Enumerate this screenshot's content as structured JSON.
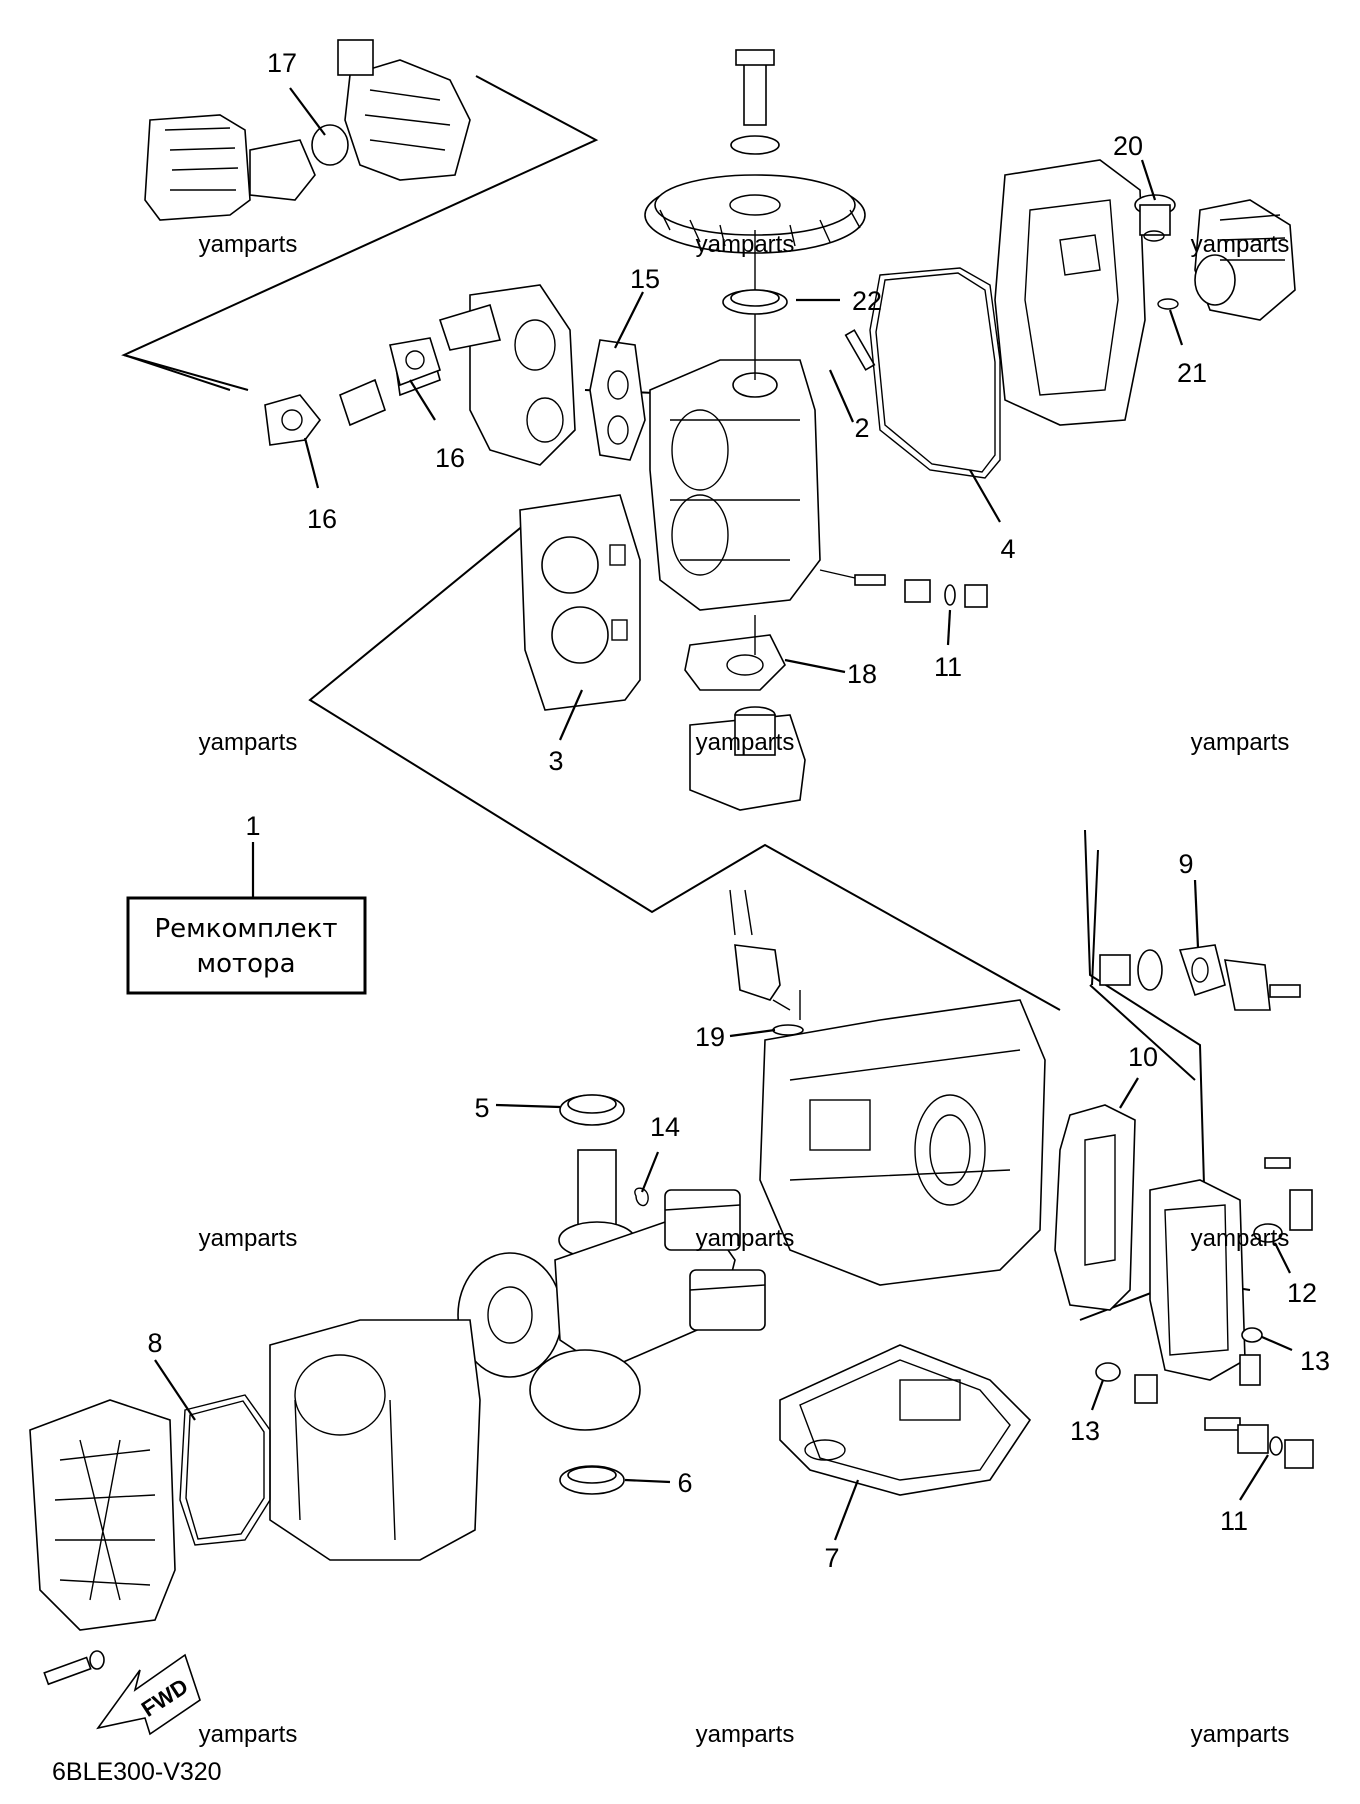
{
  "diagram": {
    "kit_box": {
      "line1": "Ремкомплект",
      "line2": "мотора"
    },
    "diagram_code": "6BLE300-V320",
    "fwd_label": "FWD",
    "watermark": "yamparts",
    "callouts": [
      "17",
      "15",
      "22",
      "20",
      "21",
      "2",
      "16",
      "16",
      "4",
      "3",
      "11",
      "18",
      "1",
      "9",
      "19",
      "10",
      "5",
      "14",
      "12",
      "13",
      "8",
      "13",
      "6",
      "7",
      "11"
    ]
  }
}
